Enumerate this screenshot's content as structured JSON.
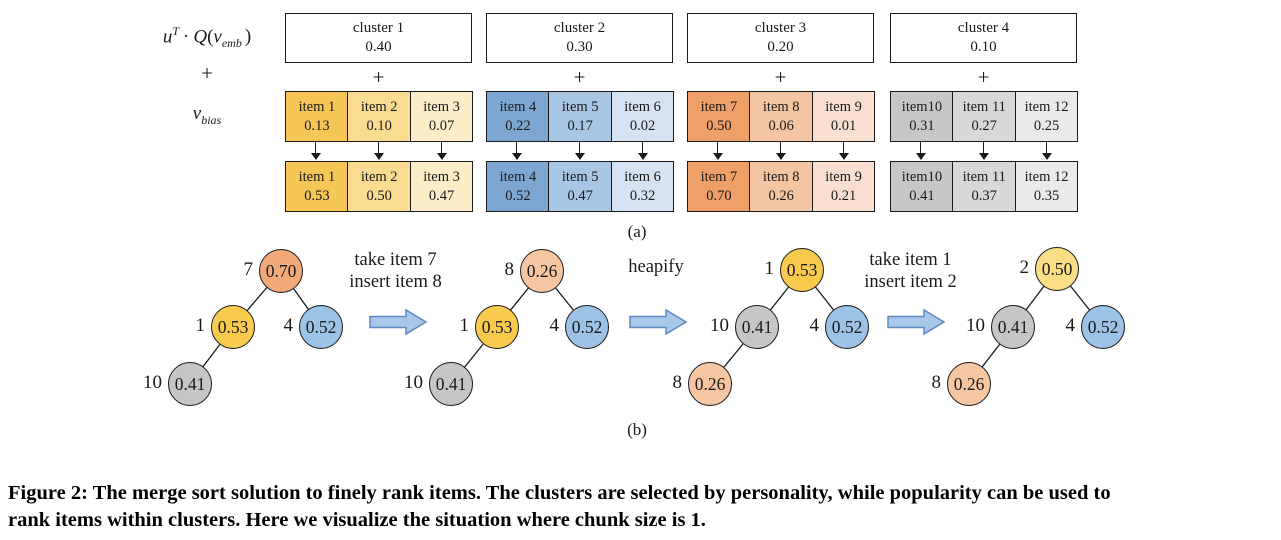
{
  "labels": {
    "formula": {
      "u": "u",
      "sup": "T",
      "dot": "·",
      "q": "Q",
      "open": "(",
      "v": "v",
      "sub": "emb",
      "close": ")"
    },
    "plus_left": "+",
    "vbias": {
      "v": "v",
      "sub": "bias"
    },
    "part_a": "(a)",
    "part_b": "(b)"
  },
  "clusters": [
    {
      "name": "cluster 1",
      "score": "0.40",
      "plus": "+",
      "colors": [
        "#F6C656",
        "#F9DC92",
        "#FCEDC8"
      ],
      "row1": [
        {
          "label": "item 1",
          "value": "0.13"
        },
        {
          "label": "item 2",
          "value": "0.10"
        },
        {
          "label": "item 3",
          "value": "0.07"
        }
      ],
      "row2": [
        {
          "label": "item 1",
          "value": "0.53"
        },
        {
          "label": "item 2",
          "value": "0.50"
        },
        {
          "label": "item 3",
          "value": "0.47"
        }
      ]
    },
    {
      "name": "cluster 2",
      "score": "0.30",
      "plus": "+",
      "colors": [
        "#7EA6D2",
        "#A8C6E4",
        "#D4E2F2"
      ],
      "row1": [
        {
          "label": "item 4",
          "value": "0.22"
        },
        {
          "label": "item 5",
          "value": "0.17"
        },
        {
          "label": "item 6",
          "value": "0.02"
        }
      ],
      "row2": [
        {
          "label": "item 4",
          "value": "0.52"
        },
        {
          "label": "item 5",
          "value": "0.47"
        },
        {
          "label": "item 6",
          "value": "0.32"
        }
      ]
    },
    {
      "name": "cluster 3",
      "score": "0.20",
      "plus": "+",
      "colors": [
        "#EFA068",
        "#F4C5A2",
        "#F9DFD0"
      ],
      "row1": [
        {
          "label": "item 7",
          "value": "0.50"
        },
        {
          "label": "item 8",
          "value": "0.06"
        },
        {
          "label": "item 9",
          "value": "0.01"
        }
      ],
      "row2": [
        {
          "label": "item 7",
          "value": "0.70"
        },
        {
          "label": "item 8",
          "value": "0.26"
        },
        {
          "label": "item 9",
          "value": "0.21"
        }
      ]
    },
    {
      "name": "cluster 4",
      "score": "0.10",
      "plus": "+",
      "colors": [
        "#C7C7C7",
        "#D8D8D8",
        "#EAEAEA"
      ],
      "row1": [
        {
          "label": "item10",
          "value": "0.31"
        },
        {
          "label": "item 11",
          "value": "0.27"
        },
        {
          "label": "item 12",
          "value": "0.25"
        }
      ],
      "row2": [
        {
          "label": "item10",
          "value": "0.41"
        },
        {
          "label": "item 11",
          "value": "0.37"
        },
        {
          "label": "item 12",
          "value": "0.35"
        }
      ]
    }
  ],
  "heaps": {
    "arrow_fill": "#A9C7E9",
    "arrow_stroke": "#5D8AC0",
    "arrows": [
      {
        "line1": "take item 7",
        "line2": "insert item 8"
      },
      {
        "line1": "heapify",
        "line2": ""
      },
      {
        "line1": "take item 1",
        "line2": "insert item 2"
      }
    ],
    "trees": [
      {
        "nodes": [
          {
            "id": "7",
            "value": "0.70",
            "color": "#F1A97A"
          },
          {
            "id": "1",
            "value": "0.53",
            "color": "#F8CB4F"
          },
          {
            "id": "4",
            "value": "0.52",
            "color": "#9CC2E5"
          },
          {
            "id": "10",
            "value": "0.41",
            "color": "#C6C6C6"
          }
        ]
      },
      {
        "nodes": [
          {
            "id": "8",
            "value": "0.26",
            "color": "#F6C6A3"
          },
          {
            "id": "1",
            "value": "0.53",
            "color": "#F8CB4F"
          },
          {
            "id": "4",
            "value": "0.52",
            "color": "#9CC2E5"
          },
          {
            "id": "10",
            "value": "0.41",
            "color": "#C6C6C6"
          }
        ]
      },
      {
        "nodes": [
          {
            "id": "1",
            "value": "0.53",
            "color": "#F8CB4F"
          },
          {
            "id": "10",
            "value": "0.41",
            "color": "#C6C6C6"
          },
          {
            "id": "4",
            "value": "0.52",
            "color": "#9CC2E5"
          },
          {
            "id": "8",
            "value": "0.26",
            "color": "#F6C6A3"
          }
        ]
      },
      {
        "nodes": [
          {
            "id": "2",
            "value": "0.50",
            "color": "#FADE85"
          },
          {
            "id": "10",
            "value": "0.41",
            "color": "#C6C6C6"
          },
          {
            "id": "4",
            "value": "0.52",
            "color": "#9CC2E5"
          },
          {
            "id": "8",
            "value": "0.26",
            "color": "#F6C6A3"
          }
        ]
      }
    ]
  },
  "caption": {
    "line1": "Figure 2: The merge sort solution to finely rank items. The clusters are selected by personality, while popularity can be used to",
    "line2": "rank items within clusters. Here we visualize the situation where chunk size is 1."
  }
}
